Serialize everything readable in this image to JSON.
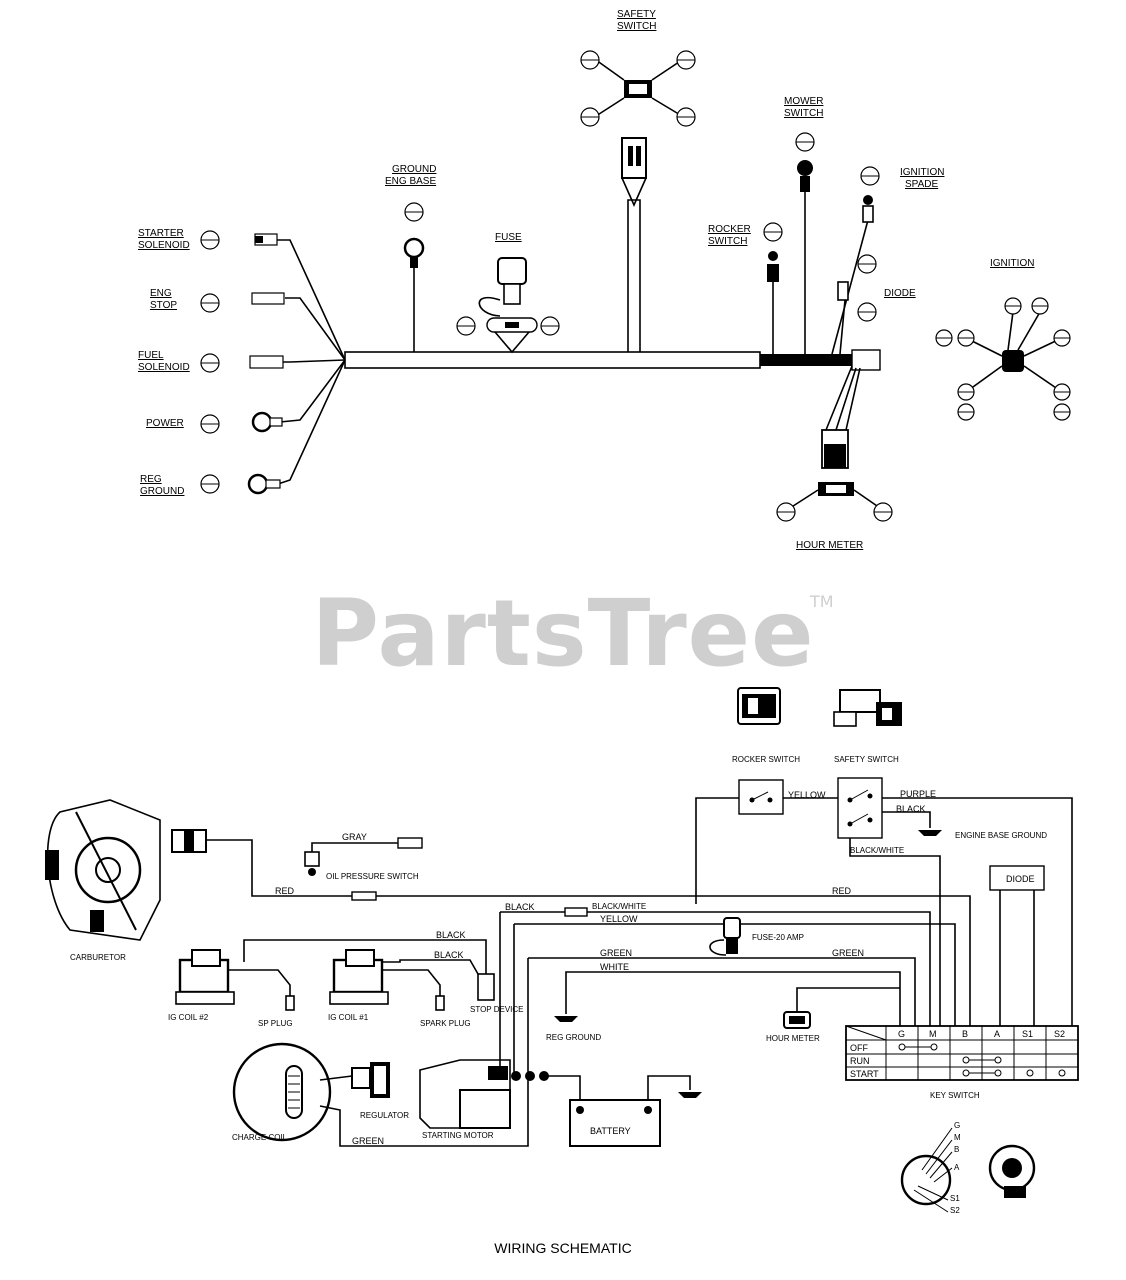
{
  "watermark": {
    "brand": "PartsTree",
    "trademark": "TM"
  },
  "caption": "WIRING SCHEMATIC",
  "harness": {
    "safety_switch": [
      "SAFETY",
      "SWITCH"
    ],
    "ground_engine_base": [
      "GROUND",
      "ENG BASE"
    ],
    "fuse": "FUSE",
    "mower_switch": [
      "MOWER",
      "SWITCH"
    ],
    "ignition_spade": [
      "IGNITION",
      "SPADE"
    ],
    "rocker_switch": [
      "ROCKER",
      "SWITCH"
    ],
    "diode": "DIODE",
    "ignition": "IGNITION",
    "starter_solenoid": [
      "STARTER",
      "SOLENOID"
    ],
    "eng_stop": [
      "ENG",
      "STOP"
    ],
    "fuel_solenoid": [
      "FUEL",
      "SOLENOID"
    ],
    "power": "POWER",
    "reg_ground": [
      "REG",
      "GROUND"
    ],
    "hour_meter": "HOUR METER"
  },
  "schematic": {
    "rocker_switch": "ROCKER SWITCH",
    "safety_switch": "SAFETY SWITCH",
    "yellow": "YELLOW",
    "purple": "PURPLE",
    "black": "BLACK",
    "engine_base_ground": "ENGINE BASE GROUND",
    "black_white": "BLACK/WHITE",
    "gray": "GRAY",
    "oil_pressure_switch": "OIL PRESSURE SWITCH",
    "red": "RED",
    "diode": "DIODE",
    "fuse": "FUSE-20 AMP",
    "green": "GREEN",
    "white": "WHITE",
    "carburetor": "CARBURETOR",
    "ig_coil_2": "IG COIL #2",
    "sp_plug": "SP PLUG",
    "ig_coil_1": "IG COIL #1",
    "spark_plug": "SPARK PLUG",
    "stop_device": "STOP DEVICE",
    "reg_ground": "REG GROUND",
    "hour_meter": "HOUR METER",
    "key_switch": "KEY SWITCH",
    "charge_coil": "CHARGE COIL",
    "regulator": "REGULATOR",
    "starting_motor": "STARTING MOTOR",
    "battery": "BATTERY",
    "key_table": {
      "columns": [
        "G",
        "M",
        "B",
        "A",
        "S1",
        "S2"
      ],
      "rows": [
        "OFF",
        "RUN",
        "START"
      ]
    },
    "terminals": [
      "G",
      "M",
      "B",
      "A",
      "S1",
      "S2"
    ]
  }
}
